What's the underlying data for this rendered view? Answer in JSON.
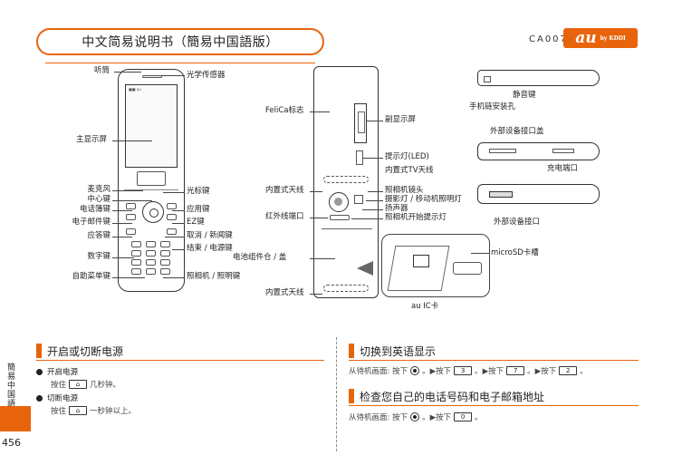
{
  "header": {
    "title": "中文简易说明书（簡易中国語版）",
    "model": "CA007",
    "brand_au": "au",
    "brand_kddi": "by KDDI"
  },
  "front_labels": {
    "earpiece": "听筒",
    "light_sensor": "光学传感器",
    "main_display": "主显示屏",
    "microphone": "麦克风",
    "center_key": "中心键",
    "phonebook_key": "电话簿键",
    "mail_key": "电子邮件键",
    "answer_key": "应答键",
    "number_keys": "数字键",
    "auto_menu_key": "自助菜单键",
    "cursor_key": "光标键",
    "app_key": "应用键",
    "ez_key": "EZ键",
    "cancel_news_key": "取消 / 新闻键",
    "end_power_key": "结束 / 电源键",
    "camera_light_key": "照相机 / 照明键"
  },
  "back_labels": {
    "felica": "FeliCa标志",
    "sub_display": "副显示屏",
    "led": "提示灯(LED)",
    "tv_antenna": "内置式TV天线",
    "built_in_antenna_top": "内置式天线",
    "camera_lens": "照相机镜头",
    "photo_light": "摄影灯 / 移动机照明灯",
    "speaker": "扬声器",
    "ir_port": "红外线端口",
    "camera_indicator": "照相机开始提示灯",
    "battery": "电池组件仓 / 盖",
    "built_in_antenna_bottom": "内置式天线",
    "microsd": "microSD卡槽",
    "au_ic": "au IC卡"
  },
  "side_labels": {
    "silent_key": "静音键",
    "strap_hole": "手机链安装孔",
    "ext_cover": "外部设备接口盖",
    "charge_port": "充电端口",
    "ext_port": "外部设备接口"
  },
  "sections": {
    "power": {
      "title": "开启或切断电源",
      "on_title": "开启电源",
      "on_pre": "按住",
      "on_post": "几秒钟。",
      "off_title": "切断电源",
      "off_pre": "按住",
      "off_post": "一秒钟以上。"
    },
    "english": {
      "title": "切换到英语显示",
      "t1": "从待机画面: 按下",
      "t2": "。▶按下",
      "k1": "3",
      "t3": "。▶按下",
      "k2": "7",
      "t4": "。▶按下",
      "k3": "2",
      "t5": "。"
    },
    "check": {
      "title": "检查您自己的电话号码和电子邮箱地址",
      "t1": "从待机画面: 按下",
      "t2": "。▶按下",
      "k1": "0",
      "t3": "。"
    }
  },
  "side_tab": "簡易中国語",
  "page_number": "456"
}
